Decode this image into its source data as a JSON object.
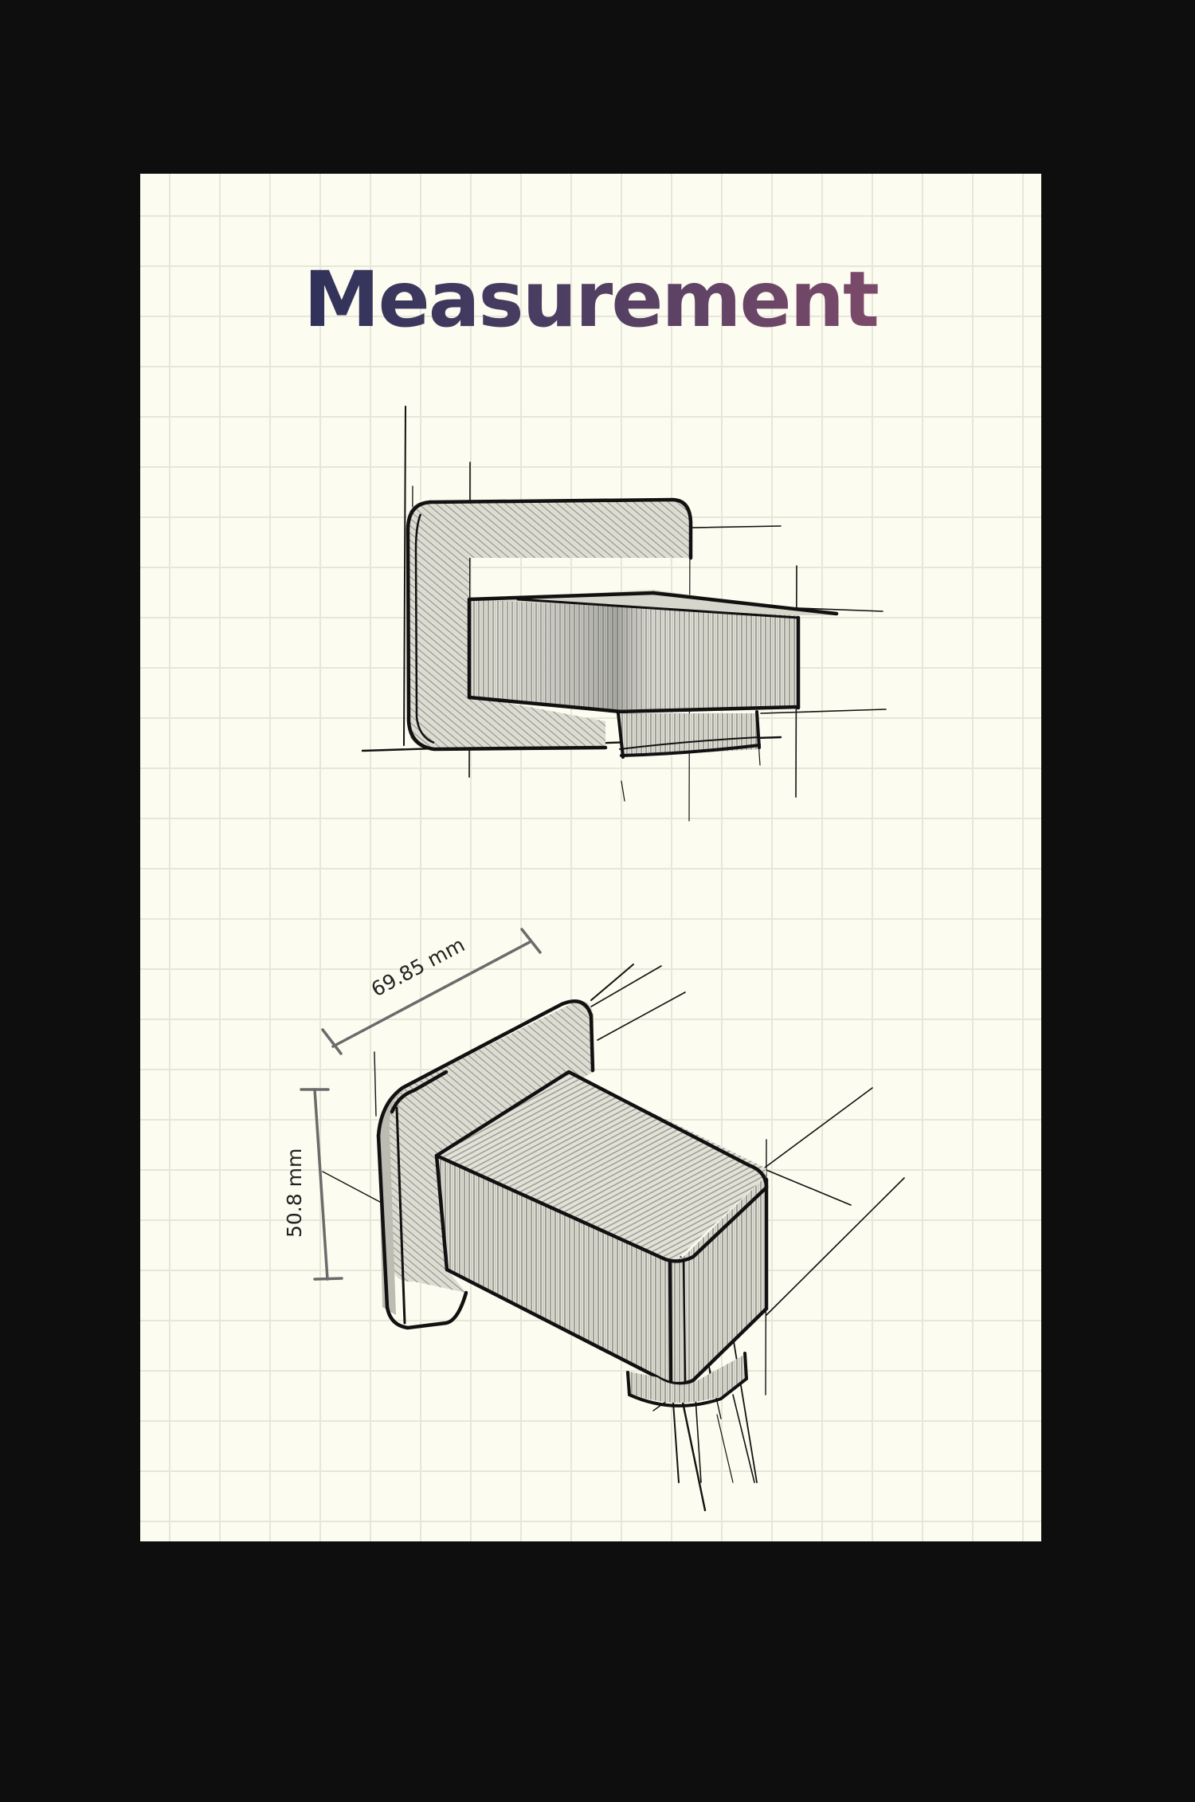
{
  "title": "Measurement",
  "colors": {
    "background": "#0e0e0e",
    "paper": "#fdfcf0",
    "grid": "#e6e6d9",
    "title_gradient_start": "#30325a",
    "title_gradient_end": "#7c4a6a",
    "ink": "#111111",
    "dimension_line": "#6b6b6b"
  },
  "sketches": [
    {
      "view": "side-perspective",
      "subject": "square wall-mounted fitting (back plate with rectangular body and bottom outlet)"
    },
    {
      "view": "isometric",
      "subject": "square wall-mounted fitting (back plate with rectangular body and bottom outlet)",
      "dimensions": {
        "width": "69.85 mm",
        "height": "50.8 mm"
      }
    }
  ]
}
